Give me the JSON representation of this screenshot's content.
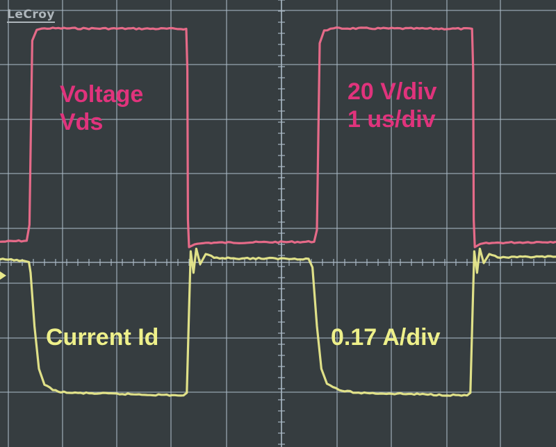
{
  "brand": "LeCroy",
  "colors": {
    "screen": "#363d40",
    "grid": "#a9b8c4",
    "channel_1": "#ef6d8c",
    "channel_2": "#e9e98c",
    "label_1": "#e0337c",
    "label_2": "#eef08a"
  },
  "annotations": {
    "ch1_name_line1": "Voltage",
    "ch1_name_line2": "Vds",
    "ch1_scale": "20 V/div",
    "time_scale": "1 us/div",
    "ch2_name": "Current Id",
    "ch2_scale": "0.17 A/div"
  },
  "chart_data": {
    "type": "line",
    "title": "",
    "xlabel": "",
    "ylabel": "",
    "grid": true,
    "xlim": [
      0,
      10
    ],
    "ylim": [
      -4,
      4
    ],
    "grid_divisions": {
      "x": 10,
      "y": 8
    },
    "series": [
      {
        "name": "Voltage Vds",
        "color": "#ef6d8c",
        "points": [
          [
            0.0,
            -0.42
          ],
          [
            0.48,
            -0.4
          ],
          [
            0.53,
            -0.1
          ],
          [
            0.58,
            3.35
          ],
          [
            0.66,
            3.55
          ],
          [
            0.8,
            3.58
          ],
          [
            3.35,
            3.57
          ],
          [
            3.37,
            2.8
          ],
          [
            3.38,
            0.0
          ],
          [
            3.4,
            -0.52
          ],
          [
            3.5,
            -0.47
          ],
          [
            3.7,
            -0.44
          ],
          [
            5.65,
            -0.42
          ],
          [
            5.7,
            -0.2
          ],
          [
            5.75,
            3.3
          ],
          [
            5.83,
            3.54
          ],
          [
            6.0,
            3.58
          ],
          [
            8.49,
            3.57
          ],
          [
            8.51,
            2.8
          ],
          [
            8.52,
            0.0
          ],
          [
            8.54,
            -0.52
          ],
          [
            8.64,
            -0.46
          ],
          [
            8.9,
            -0.44
          ],
          [
            10.0,
            -0.42
          ]
        ]
      },
      {
        "name": "Current Id",
        "color": "#e9e98c",
        "points": [
          [
            0.0,
            -0.75
          ],
          [
            0.4,
            -0.77
          ],
          [
            0.52,
            -0.8
          ],
          [
            0.55,
            -1.0
          ],
          [
            0.62,
            -2.0
          ],
          [
            0.7,
            -2.8
          ],
          [
            0.8,
            -3.1
          ],
          [
            0.95,
            -3.2
          ],
          [
            1.2,
            -3.25
          ],
          [
            3.3,
            -3.3
          ],
          [
            3.36,
            -3.25
          ],
          [
            3.4,
            -1.7
          ],
          [
            3.43,
            -0.6
          ],
          [
            3.48,
            -1.0
          ],
          [
            3.53,
            -0.55
          ],
          [
            3.6,
            -0.84
          ],
          [
            3.7,
            -0.65
          ],
          [
            3.85,
            -0.72
          ],
          [
            4.2,
            -0.73
          ],
          [
            5.55,
            -0.74
          ],
          [
            5.62,
            -0.9
          ],
          [
            5.7,
            -2.0
          ],
          [
            5.78,
            -2.8
          ],
          [
            5.88,
            -3.08
          ],
          [
            6.1,
            -3.2
          ],
          [
            6.4,
            -3.25
          ],
          [
            8.4,
            -3.3
          ],
          [
            8.46,
            -3.25
          ],
          [
            8.5,
            -1.7
          ],
          [
            8.53,
            -0.6
          ],
          [
            8.58,
            -1.0
          ],
          [
            8.63,
            -0.55
          ],
          [
            8.7,
            -0.82
          ],
          [
            8.8,
            -0.65
          ],
          [
            9.0,
            -0.72
          ],
          [
            9.3,
            -0.71
          ],
          [
            10.0,
            -0.7
          ]
        ]
      }
    ]
  }
}
